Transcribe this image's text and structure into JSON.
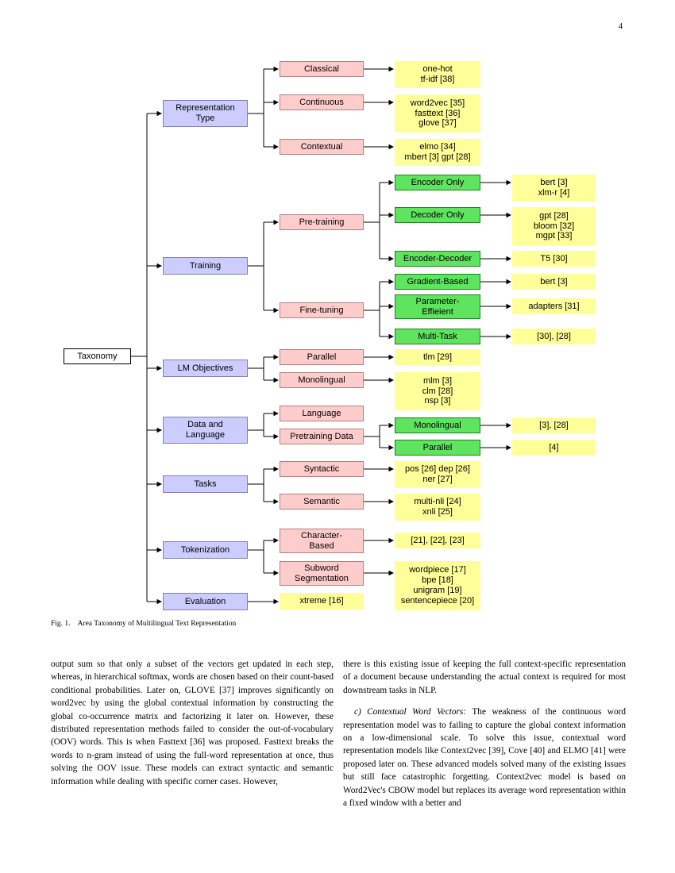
{
  "page": {
    "number": "4"
  },
  "figure": {
    "caption_label": "Fig. 1.",
    "caption_text": "Area Taxonomy of Multilingual Text Representation",
    "colors": {
      "level1": "#ccccff",
      "level2": "#ffcccc",
      "level3": "#5fe45f",
      "leaf": "#ffff99"
    },
    "nodes": {
      "taxonomy": "Taxonomy",
      "representation_type": "Representation\nType",
      "training": "Training",
      "lm_objectives": "LM Objectives",
      "data_and_language": "Data and\nLanguage",
      "tasks": "Tasks",
      "tokenization": "Tokenization",
      "evaluation": "Evaluation",
      "classical": "Classical",
      "continuous": "Continuous",
      "contextual": "Contextual",
      "pre_training": "Pre-training",
      "fine_tuning": "Fine-tuning",
      "parallel_obj": "Parallel",
      "monolingual_obj": "Monolingual",
      "language": "Language",
      "pretraining_data": "Pretraining Data",
      "syntactic": "Syntactic",
      "semantic": "Semantic",
      "character_based": "Character-\nBased",
      "subword_segmentation": "Subword\nSegmentation",
      "encoder_only": "Encoder Only",
      "decoder_only": "Decoder Only",
      "encoder_decoder": "Encoder-Decoder",
      "gradient_based": "Gradient-Based",
      "parameter_efficient": "Parameter-\nEffieient",
      "multi_task": "Multi-Task",
      "monolingual_data": "Monolingual",
      "parallel_data": "Parallel",
      "leaf_onehot": "one-hot\ntf-idf [38]",
      "leaf_word2vec": "word2vec [35]\nfasttext [36]\nglove [37]",
      "leaf_elmo": "elmo [34]\nmbert [3] gpt [28]",
      "leaf_bert_xlmr": "bert [3]\nxlm-r [4]",
      "leaf_gpt_bloom": "gpt [28]\nbloom [32]\nmgpt [33]",
      "leaf_t5": "T5 [30]",
      "leaf_bert": "bert [3]",
      "leaf_adapters": "adapters [31]",
      "leaf_30_28": "[30], [28]",
      "leaf_tlm": "tlm [29]",
      "leaf_mlm": "mlm [3]\nclm [28]\nnsp [3]",
      "leaf_3_28": "[3], [28]",
      "leaf_4": "[4]",
      "leaf_pos": "pos [26] dep [26]\nner [27]",
      "leaf_multinli": "multi-nli [24]\nxnli [25]",
      "leaf_21_23": "[21], [22], [23]",
      "leaf_wordpiece": "wordpiece [17]\nbpe [18]\nunigram [19]\nsentencepiece [20]",
      "leaf_xtreme": "xtreme [16]"
    }
  },
  "body": {
    "left_column": "output sum so that only a subset of the vectors get updated in each step, whereas, in hierarchical softmax, words are chosen based on their count-based conditional probabilities. Later on, GLOVE [37] improves significantly on word2vec by using the global contextual information by constructing the global co-occurrence matrix and factorizing it later on. However, these distributed representation methods failed to consider the out-of-vocabulary (OOV) words. This is when Fasttext [36] was proposed. Fasttext breaks the words to n-gram instead of using the full-word representation at once, thus solving the OOV issue. These models can extract syntactic and semantic information while dealing with specific corner cases. However,",
    "right_p1": "there is this existing issue of keeping the full context-specific representation of a document because understanding the actual context is required for most downstream tasks in NLP.",
    "right_p2_lead": "c) Contextual Word Vectors: ",
    "right_p2_text": "The weakness of the continuous word representation model was to failing to capture the global context information on a low-dimensional scale. To solve this issue, contextual word representation models like Context2vec [39], Cove [40] and ELMO [41] were proposed later on. These advanced models solved many of the existing issues but still face catastrophic forgetting. Context2vec model is based on Word2Vec's CBOW model but replaces its average word representation within a fixed window with a better and"
  }
}
